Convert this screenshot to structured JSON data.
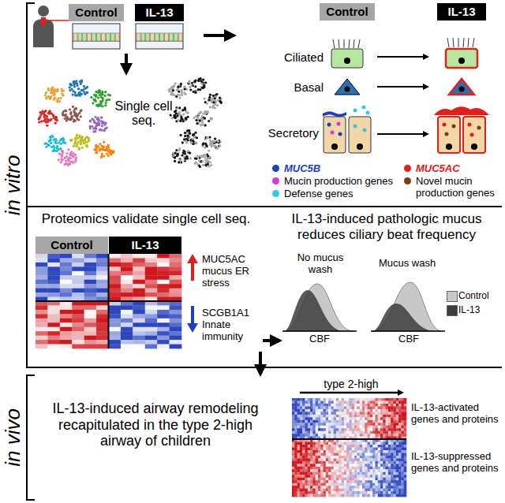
{
  "diagram": {
    "nodes": [
      {
        "text": [
          "Control"
        ]
      },
      {
        "text": [
          "IL-13"
        ]
      },
      {
        "text": [
          "Control"
        ]
      },
      {
        "text": [
          "IL-13"
        ]
      },
      {
        "text": [
          "Control"
        ]
      },
      {
        "text": [
          "IL-13"
        ]
      }
    ],
    "labels": [
      "in vitro",
      "Single cell seq.",
      "Ciliated",
      "Basal",
      "Secretory",
      "Proteomics validate single cell seq.",
      "MUC5AC mucus ER stress",
      "SCGB1A1 Innate immunity",
      "IL-13-induced pathologic mucus reduces ciliary beat frequency",
      "No mucus wash",
      "Mucus wash",
      "CBF",
      "CBF",
      "in vivo",
      "IL-13-induced airway remodeling recapitulated in the type 2-high airway of children",
      "type 2-high",
      "IL-13-activated genes and proteins",
      "IL-13-suppressed genes and proteins"
    ],
    "legend": [
      {
        "text": "MUC5B",
        "color": "#1f3fbf"
      },
      {
        "text": "Mucin production genes",
        "color": "#d63ad6"
      },
      {
        "text": "Defense genes",
        "color": "#33c9e6"
      },
      {
        "text": "MUC5AC",
        "color": "#e0201b"
      },
      {
        "text": "Novel mucin production genes",
        "color": "#7a3b12"
      },
      {
        "text": "Control",
        "color": "#c8c8c8"
      },
      {
        "text": "IL-13",
        "color": "#3d3d3d"
      }
    ]
  }
}
